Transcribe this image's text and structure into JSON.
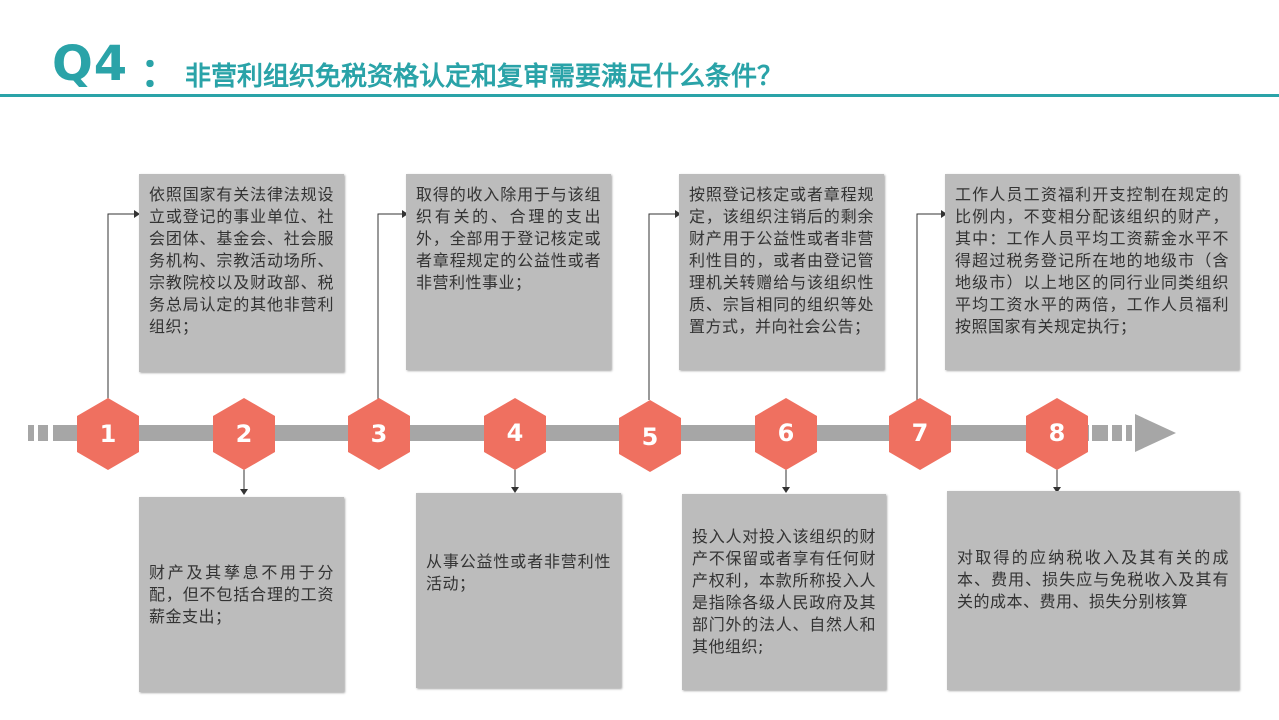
{
  "header": {
    "q_label": "Q4",
    "colon": "：",
    "title": "非营利组织免税资格认定和复审需要满足什么条件？"
  },
  "colors": {
    "accent": "#2aa3a8",
    "hexagon": "#ef7060",
    "track": "#a6a6a6",
    "box_fill": "#bcbcbc"
  },
  "steps": [
    {
      "number": "1",
      "text": "依照国家有关法律法规设立或登记的事业单位、社会团体、基金会、社会服务机构、宗教活动场所、宗教院校以及财政部、税务总局认定的其他非营利组织；"
    },
    {
      "number": "2",
      "text": "财产及其孳息不用于分配，但不包括合理的工资薪金支出；"
    },
    {
      "number": "3",
      "text": "取得的收入除用于与该组织有关的、合理的支出外，全部用于登记核定或者章程规定的公益性或者非营利性事业；"
    },
    {
      "number": "4",
      "text": "从事公益性或者非营利性活动；"
    },
    {
      "number": "5",
      "text": "按照登记核定或者章程规定，该组织注销后的剩余财产用于公益性或者非营利性目的，或者由登记管理机关转赠给与该组织性质、宗旨相同的组织等处置方式，并向社会公告；"
    },
    {
      "number": "6",
      "text": "投入人对投入该组织的财产不保留或者享有任何财产权利，本款所称投入人是指除各级人民政府及其部门外的法人、自然人和其他组织;"
    },
    {
      "number": "7",
      "text": "工作人员工资福利开支控制在规定的比例内，不变相分配该组织的财产，其中：工作人员平均工资薪金水平不得超过税务登记所在地的地级市（含地级市）以上地区的同行业同类组织平均工资水平的两倍，工作人员福利按照国家有关规定执行；"
    },
    {
      "number": "8",
      "text": "对取得的应纳税收入及其有关的成本、费用、损失应与免税收入及其有关的成本、费用、损失分别核算"
    }
  ]
}
